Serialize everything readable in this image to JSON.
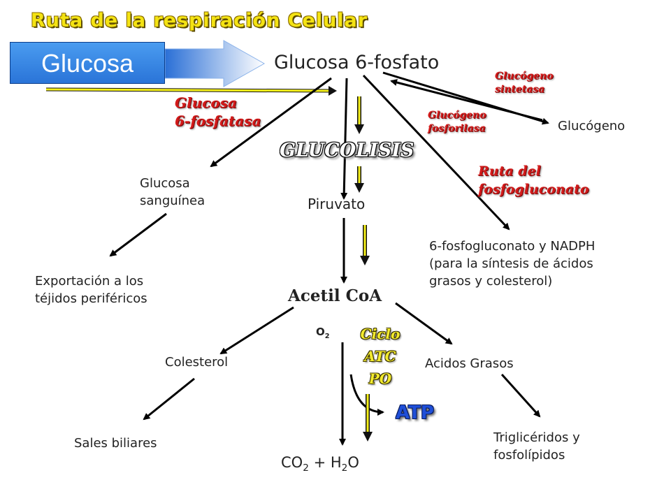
{
  "title": "Ruta de la respiración Celular",
  "nodes": {
    "glucosa": "Glucosa",
    "glucosa6p": "Glucosa 6-fosfato",
    "glucogeno": "Glucógeno",
    "glucosa_sanguinea_1": "Glucosa",
    "glucosa_sanguinea_2": "sanguínea",
    "exportacion_1": "Exportación a los",
    "exportacion_2": "téjidos periféricos",
    "piruvato": "Piruvato",
    "fosfogluconato_1": "6-fosfogluconato y NADPH",
    "fosfogluconato_2": "(para la síntesis de ácidos",
    "fosfogluconato_3": "grasos y colesterol)",
    "acetil_coa": "Acetil CoA",
    "colesterol": "Colesterol",
    "acidos_grasos": "Acidos Grasos",
    "sales_biliares": "Sales biliares",
    "trigliceridos_1": "Triglicéridos y",
    "trigliceridos_2": "fosfolípidos",
    "o2": "O",
    "o2_sub": "2",
    "co2_co": "CO",
    "co2_sub": "2",
    "co2_plus_h": "+ H",
    "h2o_sub": "2",
    "h2o_o": "O"
  },
  "labels": {
    "glucosa_6_fosfatasa_1": "Glucosa",
    "glucosa_6_fosfatasa_2": "6-fosfatasa",
    "glucogeno_sintetasa_1": "Glucógeno",
    "glucogeno_sintetasa_2": "sintetasa",
    "glucogeno_fosforilasa_1": "Glucógeno",
    "glucogeno_fosforilasa_2": "fosforilasa",
    "glucolisis": "GLUCOLISIS",
    "ruta_fosfogluconato_1": "Ruta del",
    "ruta_fosfogluconato_2": "fosfogluconato",
    "ciclo": "Ciclo",
    "atc": "ATC",
    "po": "PO",
    "atp": "ATP"
  },
  "colors": {
    "title": "#f4e313",
    "glucosa_box": "#2a74d8",
    "enzyme_red": "#d31a1a",
    "highlight_arrow": "#f5f01a",
    "atp_blue": "#1f4fd8"
  }
}
